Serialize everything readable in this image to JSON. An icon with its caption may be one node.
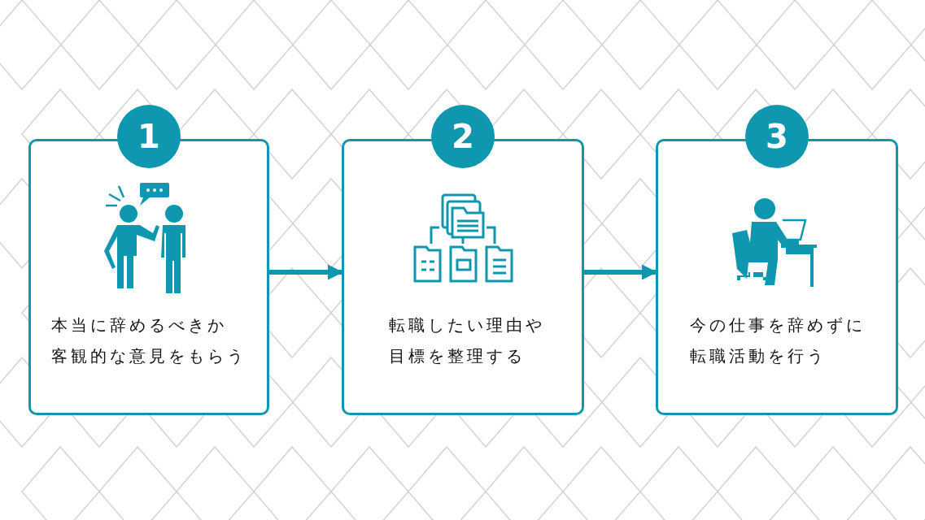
{
  "diagram": {
    "nodes": [
      {
        "text": [
          "1",
          "本当に辞めるべきか客観的な意見をもらう"
        ]
      },
      {
        "text": [
          "2",
          "転職したい理由や目標を整理する"
        ]
      },
      {
        "text": [
          "3",
          "今の仕事を辞めずに転職活動を行う"
        ]
      }
    ],
    "edges": [
      {
        "from": 0,
        "to": 1,
        "arrow": "to"
      },
      {
        "from": 1,
        "to": 2,
        "arrow": "to"
      }
    ]
  }
}
